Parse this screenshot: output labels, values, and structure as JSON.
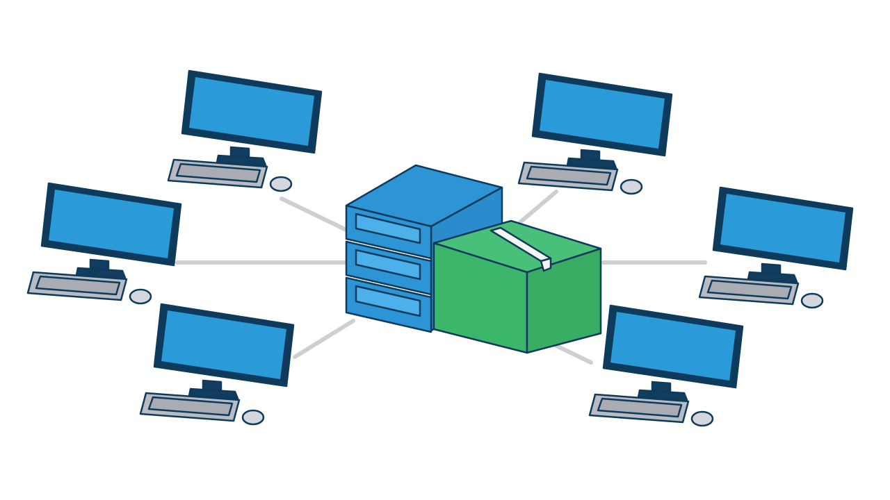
{
  "diagram": {
    "type": "network",
    "topology": "star",
    "hub": {
      "components": [
        "server-rack",
        "package-box"
      ],
      "server_units": 3
    },
    "nodes": [
      {
        "id": "computer-top-left"
      },
      {
        "id": "computer-middle-left"
      },
      {
        "id": "computer-bottom-left"
      },
      {
        "id": "computer-top-right"
      },
      {
        "id": "computer-middle-right"
      },
      {
        "id": "computer-bottom-right"
      }
    ],
    "edges": [
      {
        "from": "hub",
        "to": "computer-top-left"
      },
      {
        "from": "hub",
        "to": "computer-middle-left"
      },
      {
        "from": "hub",
        "to": "computer-bottom-left"
      },
      {
        "from": "hub",
        "to": "computer-top-right"
      },
      {
        "from": "hub",
        "to": "computer-middle-right"
      },
      {
        "from": "hub",
        "to": "computer-bottom-right"
      }
    ]
  },
  "colors": {
    "background": "#ffffff",
    "outline": "#0e3a5c",
    "screen": "#2b9ad8",
    "stand": "#123d5e",
    "keyboard": "#b8bcc2",
    "mouse": "#d4d7db",
    "server": "#2d95d6",
    "server_slot": "#4cb0ea",
    "box_front": "#3cb66a",
    "box_top": "#49c07a",
    "box_tape": "#f3f4f4",
    "connector": "#cdcfd2"
  },
  "icons": {
    "computer": "desktop-computer-icon",
    "server": "server-rack-icon",
    "package": "package-box-icon"
  }
}
